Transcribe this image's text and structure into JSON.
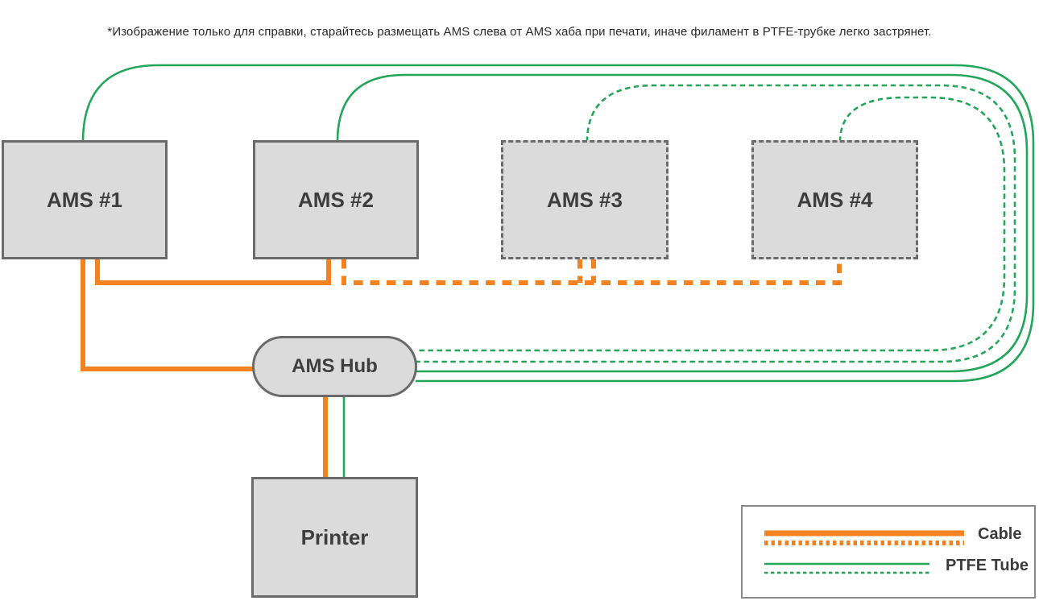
{
  "note": "*Изображение только для справки, старайтесь размещать AMS слева от AMS хаба при печати, иначе филамент в PTFE-трубке легко застрянет.",
  "nodes": {
    "ams1": {
      "label": "AMS #1",
      "border": "solid"
    },
    "ams2": {
      "label": "AMS #2",
      "border": "solid"
    },
    "ams3": {
      "label": "AMS #3",
      "border": "dashed"
    },
    "ams4": {
      "label": "AMS #4",
      "border": "dashed"
    },
    "hub": {
      "label": "AMS Hub"
    },
    "printer": {
      "label": "Printer"
    }
  },
  "legend": {
    "cable_label": "Cable",
    "tube_label": "PTFE Tube"
  },
  "connections": [
    {
      "from": "AMS #1",
      "to": "AMS Hub",
      "type": "Cable",
      "style": "solid"
    },
    {
      "from": "AMS #1",
      "to": "AMS #2",
      "type": "Cable",
      "style": "solid"
    },
    {
      "from": "AMS #2",
      "to": "AMS #3",
      "type": "Cable",
      "style": "dashed"
    },
    {
      "from": "AMS #3",
      "to": "AMS #4",
      "type": "Cable",
      "style": "dashed"
    },
    {
      "from": "AMS Hub",
      "to": "Printer",
      "type": "Cable",
      "style": "solid"
    },
    {
      "from": "AMS #1",
      "to": "AMS Hub",
      "type": "PTFE Tube",
      "style": "solid"
    },
    {
      "from": "AMS #2",
      "to": "AMS Hub",
      "type": "PTFE Tube",
      "style": "solid"
    },
    {
      "from": "AMS #3",
      "to": "AMS Hub",
      "type": "PTFE Tube",
      "style": "dashed"
    },
    {
      "from": "AMS #4",
      "to": "AMS Hub",
      "type": "PTFE Tube",
      "style": "dashed"
    },
    {
      "from": "AMS Hub",
      "to": "Printer",
      "type": "PTFE Tube",
      "style": "solid"
    }
  ],
  "colors": {
    "cable-orange": "#F58220",
    "tube-green": "#23A65A",
    "box-fill": "#DBDBDB",
    "box-border": "#6A6A6A",
    "label-text": "#3E3E3E"
  }
}
